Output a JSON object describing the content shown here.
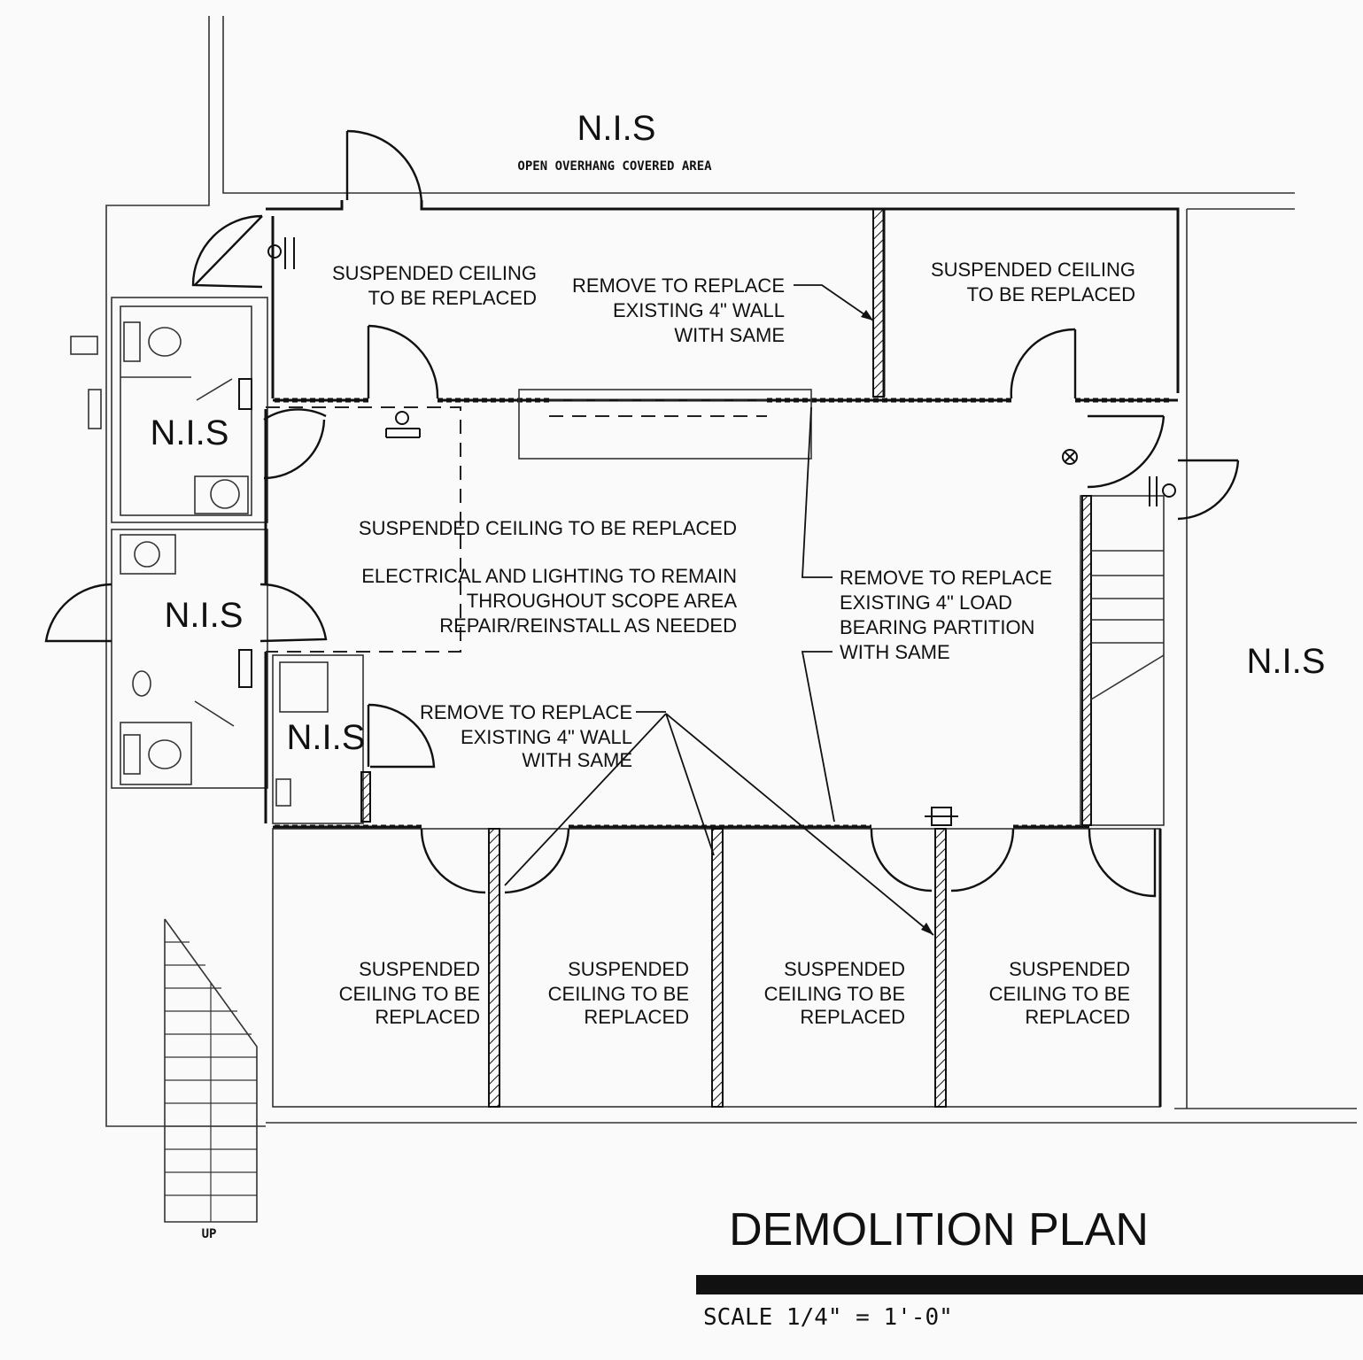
{
  "top_area": {
    "nis": "N.I.S",
    "caption": "OPEN OVERHANG COVERED AREA"
  },
  "rooms": {
    "top_left_ceiling": [
      "SUSPENDED CEILING",
      "TO BE REPLACED"
    ],
    "top_right_ceiling": [
      "SUSPENDED CEILING",
      "TO BE REPLACED"
    ],
    "central_ceiling": "SUSPENDED CEILING TO BE REPLACED",
    "electrical_note": [
      "ELECTRICAL AND LIGHTING TO REMAIN",
      "THROUGHOUT SCOPE AREA",
      "REPAIR/REINSTALL AS NEEDED"
    ],
    "bottom_rooms": [
      [
        "SUSPENDED",
        "CEILING TO BE",
        "REPLACED"
      ],
      [
        "SUSPENDED",
        "CEILING TO BE",
        "REPLACED"
      ],
      [
        "SUSPENDED",
        "CEILING TO BE",
        "REPLACED"
      ],
      [
        "SUSPENDED",
        "CEILING TO BE",
        "REPLACED"
      ]
    ]
  },
  "notes": {
    "top_wall": [
      "REMOVE TO REPLACE",
      "EXISTING 4\" WALL",
      "WITH SAME"
    ],
    "load_bearing": [
      "REMOVE TO REPLACE",
      "EXISTING 4\" LOAD",
      "BEARING PARTITION",
      "WITH SAME"
    ],
    "bottom_walls": [
      "REMOVE TO REPLACE",
      "EXISTING 4\" WALL",
      "WITH SAME"
    ]
  },
  "nis_labels": {
    "restroom_upper": "N.I.S",
    "restroom_lower": "N.I.S",
    "closet": "N.I.S",
    "right": "N.I.S"
  },
  "stair_label": "UP",
  "title": "DEMOLITION PLAN",
  "scale": "SCALE 1/4\" = 1'-0\""
}
